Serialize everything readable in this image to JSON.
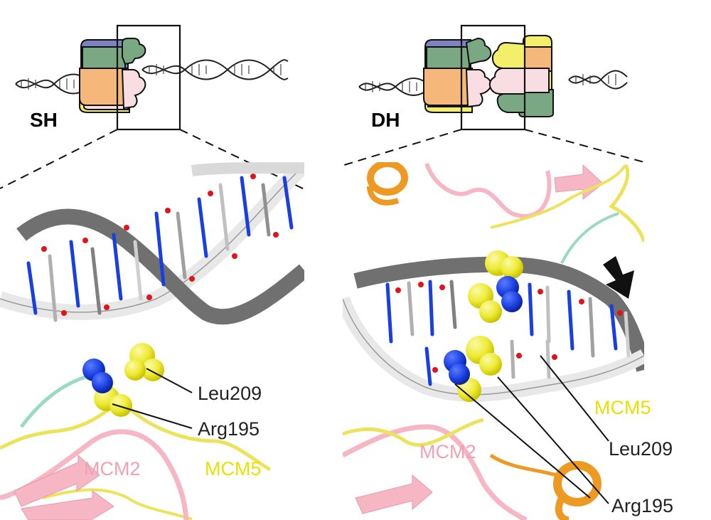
{
  "panels": {
    "left": {
      "title": "SH",
      "labels": {
        "residue_a": "Leu209",
        "residue_b": "Arg195",
        "chain_a": "MCM2",
        "chain_b": "MCM5"
      }
    },
    "right": {
      "title": "DH",
      "labels": {
        "residue_a": "Leu209",
        "residue_b": "Arg195",
        "chain_a": "MCM2",
        "chain_b": "MCM5"
      }
    }
  },
  "colors": {
    "mcm2": "#f2a3b6",
    "mcm5": "#e9e000",
    "mcm5_sphere": "#f2ef4a",
    "nitrogen": "#1a3fe0",
    "oxygen": "#e0141a",
    "orange_helix": "#ee9a22",
    "dna_strand_dark": "#6f6f6f",
    "dna_strand_light": "#e6e6e6",
    "cyan_loop": "#9ad9c6"
  },
  "icons": {
    "arrow": "arrow-down-right-icon"
  }
}
